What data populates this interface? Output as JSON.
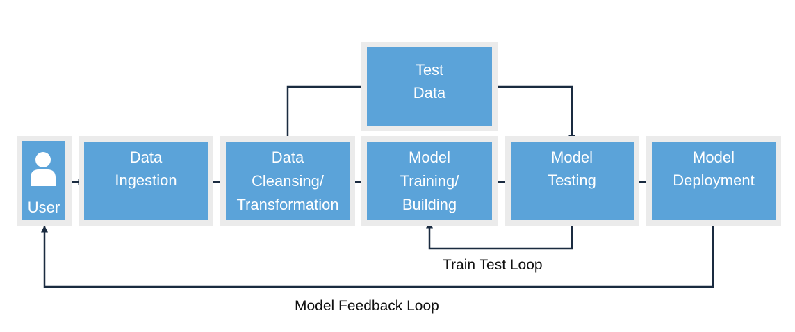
{
  "diagram": {
    "nodes": {
      "user": {
        "label": "User",
        "icon": "user-icon"
      },
      "ingestion": {
        "line1": "Data",
        "line2": "Ingestion"
      },
      "cleansing": {
        "line1": "Data",
        "line2": "Cleansing/",
        "line3": "Transformation"
      },
      "test_data": {
        "line1": "Test",
        "line2": "Data"
      },
      "training": {
        "line1": "Model",
        "line2": "Training/",
        "line3": "Building"
      },
      "testing": {
        "line1": "Model",
        "line2": "Testing"
      },
      "deployment": {
        "line1": "Model",
        "line2": "Deployment"
      }
    },
    "loops": {
      "train_test": "Train Test Loop",
      "feedback": "Model Feedback Loop"
    },
    "colors": {
      "box_fill": "#5ba3d9",
      "box_frame": "#ebebeb",
      "box_text": "#ffffff",
      "connector": "#1a2b40",
      "label_text": "#111111"
    }
  }
}
